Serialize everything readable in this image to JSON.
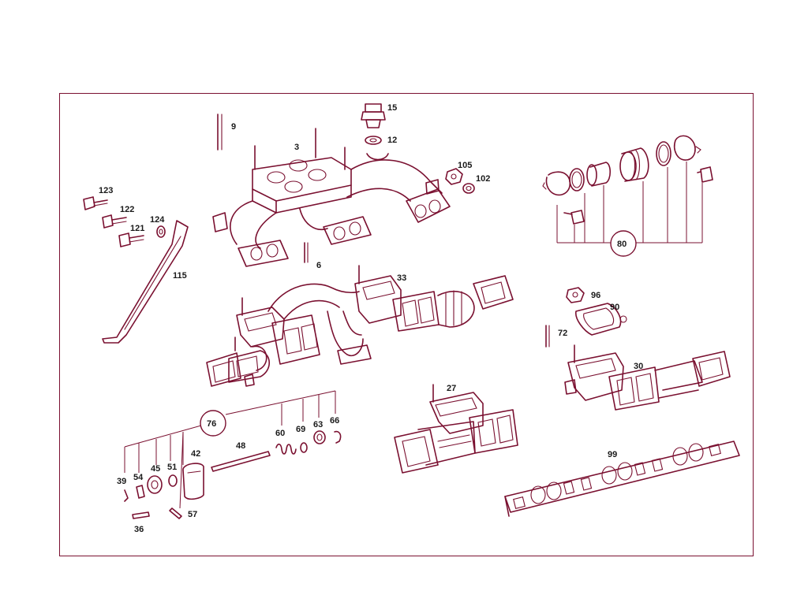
{
  "colors": {
    "line": "#7a1030",
    "text": "#1a1a1a",
    "background": "#ffffff"
  },
  "callouts": {
    "c3": "3",
    "c6": "6",
    "c9": "9",
    "c12": "12",
    "c15": "15",
    "c27": "27",
    "c30": "30",
    "c33": "33",
    "c36": "36",
    "c39": "39",
    "c42": "42",
    "c45": "45",
    "c48": "48",
    "c51": "51",
    "c54": "54",
    "c57": "57",
    "c60": "60",
    "c63": "63",
    "c66": "66",
    "c69": "69",
    "c72": "72",
    "c76": "76",
    "c80": "80",
    "c90": "90",
    "c96": "96",
    "c99": "99",
    "c102": "102",
    "c105": "105",
    "c115": "115",
    "c121": "121",
    "c122": "122",
    "c123": "123",
    "c124": "124"
  }
}
